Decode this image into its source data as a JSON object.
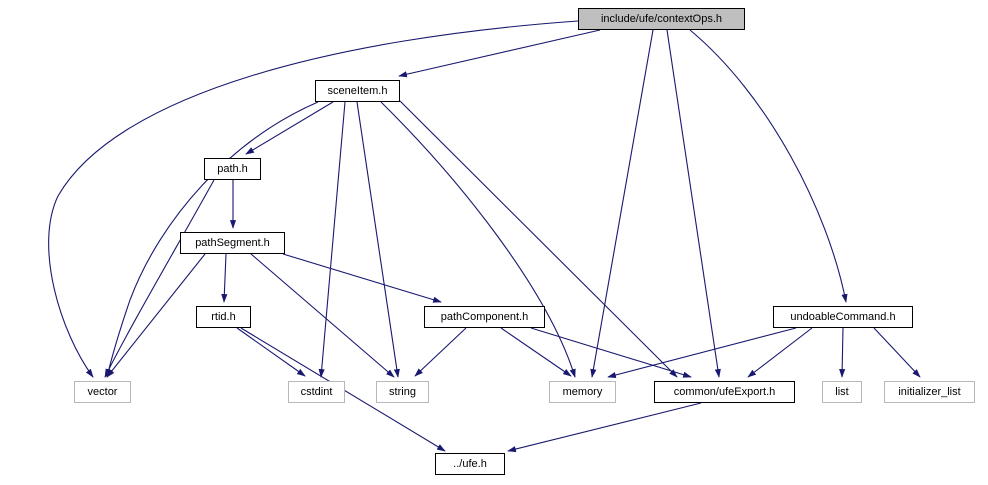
{
  "diagram": {
    "type": "include-dependency-graph",
    "root": "include/ufe/contextOps.h",
    "edge_color": "#191970",
    "current_node_fill": "#bfbfbf",
    "nodes": {
      "contextops": {
        "label": "include/ufe/contextOps.h",
        "kind": "current"
      },
      "sceneitem": {
        "label": "sceneItem.h",
        "kind": "documented"
      },
      "path": {
        "label": "path.h",
        "kind": "documented"
      },
      "pathsegment": {
        "label": "pathSegment.h",
        "kind": "documented"
      },
      "rtid": {
        "label": "rtid.h",
        "kind": "documented"
      },
      "pathcomponent": {
        "label": "pathComponent.h",
        "kind": "documented"
      },
      "undoablecommand": {
        "label": "undoableCommand.h",
        "kind": "documented"
      },
      "vector": {
        "label": "vector",
        "kind": "external"
      },
      "cstdint": {
        "label": "cstdint",
        "kind": "external"
      },
      "string": {
        "label": "string",
        "kind": "external"
      },
      "memory": {
        "label": "memory",
        "kind": "external"
      },
      "ufeexport": {
        "label": "common/ufeExport.h",
        "kind": "documented"
      },
      "list": {
        "label": "list",
        "kind": "external"
      },
      "initializer_list": {
        "label": "initializer_list",
        "kind": "external"
      },
      "ufeh": {
        "label": "../ufe.h",
        "kind": "documented"
      }
    },
    "edges": [
      {
        "from": "include/ufe/contextOps.h",
        "to": "sceneItem.h"
      },
      {
        "from": "include/ufe/contextOps.h",
        "to": "vector"
      },
      {
        "from": "include/ufe/contextOps.h",
        "to": "memory"
      },
      {
        "from": "include/ufe/contextOps.h",
        "to": "common/ufeExport.h"
      },
      {
        "from": "include/ufe/contextOps.h",
        "to": "undoableCommand.h"
      },
      {
        "from": "sceneItem.h",
        "to": "path.h"
      },
      {
        "from": "sceneItem.h",
        "to": "vector"
      },
      {
        "from": "sceneItem.h",
        "to": "cstdint"
      },
      {
        "from": "sceneItem.h",
        "to": "string"
      },
      {
        "from": "sceneItem.h",
        "to": "memory"
      },
      {
        "from": "sceneItem.h",
        "to": "common/ufeExport.h"
      },
      {
        "from": "path.h",
        "to": "pathSegment.h"
      },
      {
        "from": "path.h",
        "to": "vector"
      },
      {
        "from": "pathSegment.h",
        "to": "rtid.h"
      },
      {
        "from": "pathSegment.h",
        "to": "pathComponent.h"
      },
      {
        "from": "pathSegment.h",
        "to": "vector"
      },
      {
        "from": "pathSegment.h",
        "to": "string"
      },
      {
        "from": "rtid.h",
        "to": "cstdint"
      },
      {
        "from": "rtid.h",
        "to": "../ufe.h"
      },
      {
        "from": "pathComponent.h",
        "to": "string"
      },
      {
        "from": "pathComponent.h",
        "to": "memory"
      },
      {
        "from": "pathComponent.h",
        "to": "common/ufeExport.h"
      },
      {
        "from": "undoableCommand.h",
        "to": "memory"
      },
      {
        "from": "undoableCommand.h",
        "to": "common/ufeExport.h"
      },
      {
        "from": "undoableCommand.h",
        "to": "list"
      },
      {
        "from": "undoableCommand.h",
        "to": "initializer_list"
      },
      {
        "from": "common/ufeExport.h",
        "to": "../ufe.h"
      }
    ]
  }
}
